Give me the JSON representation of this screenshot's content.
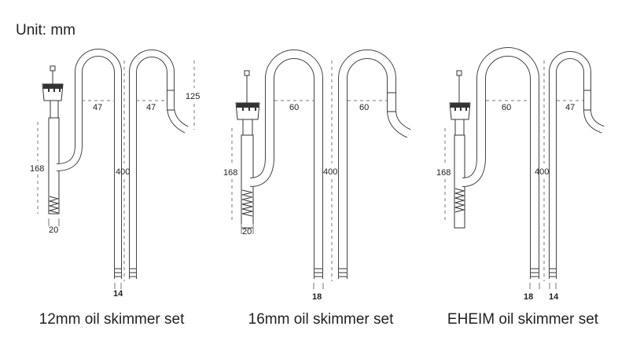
{
  "unit_label": "Unit: mm",
  "sets": [
    {
      "caption": "12mm oil skimmer set",
      "dims": {
        "width_inlet": "47",
        "width_outlet": "47",
        "outlet_drop": "125",
        "height": "400",
        "skimmer_length": "168",
        "skimmer_diameter": "20",
        "pipe_diameter": "14"
      }
    },
    {
      "caption": "16mm oil skimmer set",
      "dims": {
        "width_inlet": "60",
        "width_outlet": "60",
        "height": "400",
        "skimmer_length": "168",
        "skimmer_diameter": "20",
        "pipe_diameter": "18"
      }
    },
    {
      "caption": "EHEIM oil skimmer set",
      "dims": {
        "width_inlet": "60",
        "width_outlet": "47",
        "height": "400",
        "skimmer_length": "168",
        "inlet_diameter": "18",
        "outlet_diameter": "14"
      }
    }
  ]
}
